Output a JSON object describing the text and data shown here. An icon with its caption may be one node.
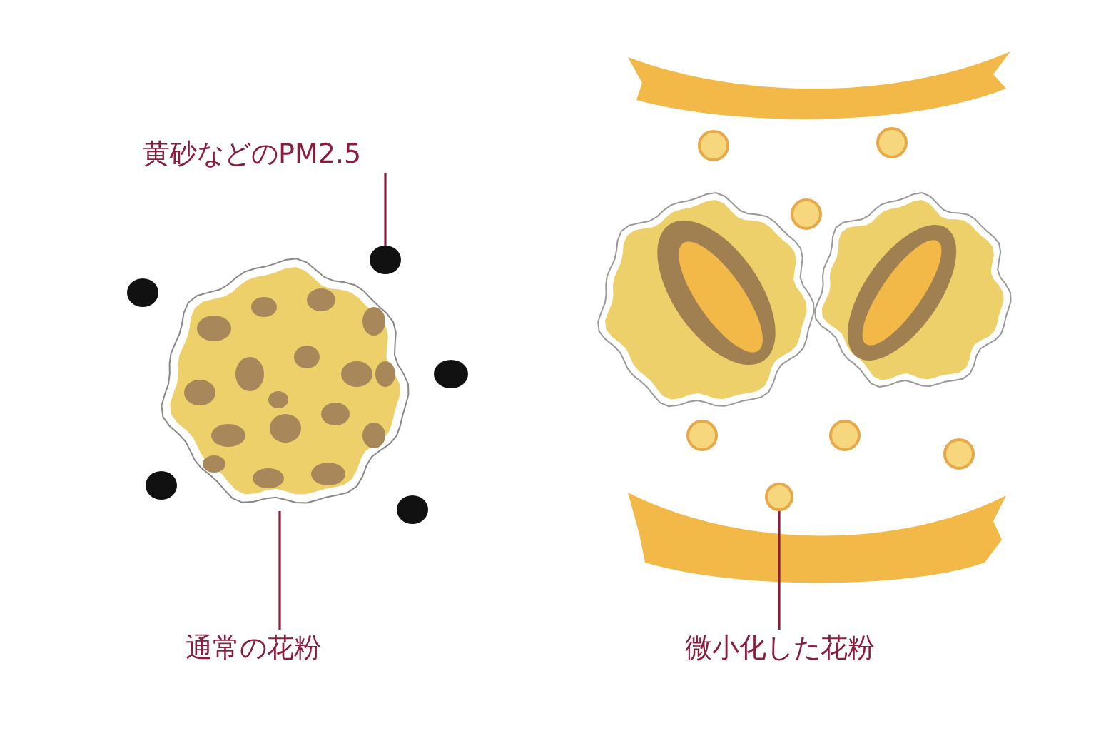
{
  "diagram": {
    "nodes": [
      {
        "text": [
          "黄砂などのPM2.5"
        ]
      },
      {
        "text": [],
        "shape": "circle"
      },
      {
        "text": [
          "通常の花粉"
        ]
      },
      {
        "text": [],
        "shape": "picture"
      },
      {
        "text": [
          "微小化した花粉"
        ]
      },
      {
        "text": [],
        "shape": "circle"
      }
    ],
    "edges": [
      {
        "from": 0,
        "to": 1,
        "arrow": "none"
      },
      {
        "from": 2,
        "to": 3,
        "arrow": "none"
      },
      {
        "from": 4,
        "to": 5,
        "arrow": "none"
      }
    ]
  }
}
